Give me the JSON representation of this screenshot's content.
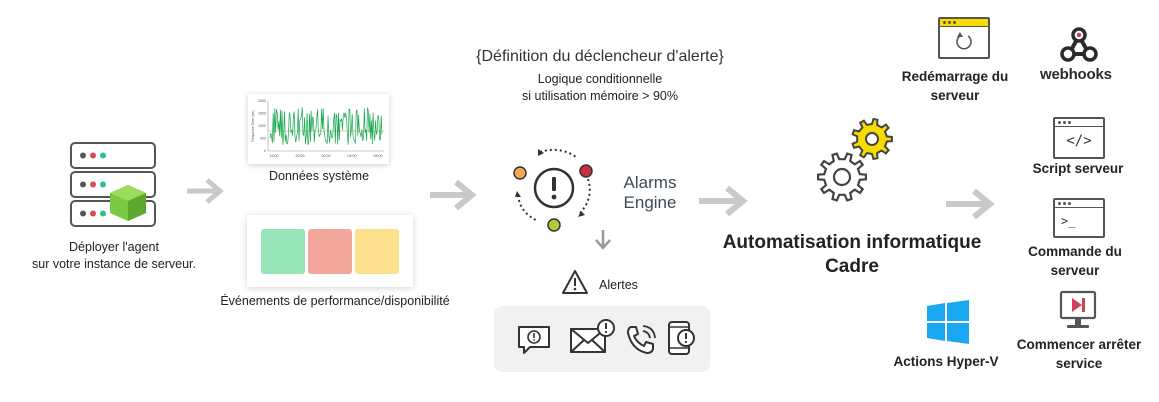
{
  "agent": {
    "label_line1": "Déployer l'agent",
    "label_line2": "sur votre instance de serveur."
  },
  "system_data": {
    "label": "Données système",
    "chart_ylabel": "Response Time (ms)",
    "chart_yticks": [
      "2000",
      "1500",
      "1000",
      "500",
      "0"
    ],
    "chart_xticks": [
      "16:00",
      "20:00",
      "00:00",
      "04:00",
      "08:00"
    ]
  },
  "performance": {
    "label": "Événements de performance/disponibilité",
    "colors": [
      "#97e6b9",
      "#f3a79a",
      "#fce08e"
    ]
  },
  "trigger": {
    "title": "{Définition du déclencheur d'alerte}",
    "line1": "Logique conditionnelle",
    "line2": "si utilisation mémoire > 90%"
  },
  "engine": {
    "line1": "Alarms",
    "line2": "Engine",
    "dot_colors": [
      "#f4a950",
      "#c8303c",
      "#b5c73a"
    ]
  },
  "alerts": {
    "label": "Alertes",
    "icons": [
      "chat-alert-icon",
      "mail-alert-icon",
      "phone-call-icon",
      "mobile-alert-icon"
    ]
  },
  "automation": {
    "line1": "Automatisation informatique",
    "line2": "Cadre"
  },
  "actions": {
    "restart_line1": "Redémarrage du",
    "restart_line2": "serveur",
    "webhooks": "webhooks",
    "script": "Script serveur",
    "command_line1": "Commande du",
    "command_line2": "serveur",
    "hyperv": "Actions Hyper-V",
    "service_line1": "Commencer arrêter",
    "service_line2": "service",
    "script_glyph": "</>",
    "command_glyph": ">_"
  },
  "theme": {
    "arrow": "#c9c9c9",
    "gear": "#f7dc00",
    "windows_blue": "#1aa8f0",
    "cube_green": "#7ac943",
    "window_bar": "#f7dc00",
    "chart_line": "#14a84c"
  }
}
